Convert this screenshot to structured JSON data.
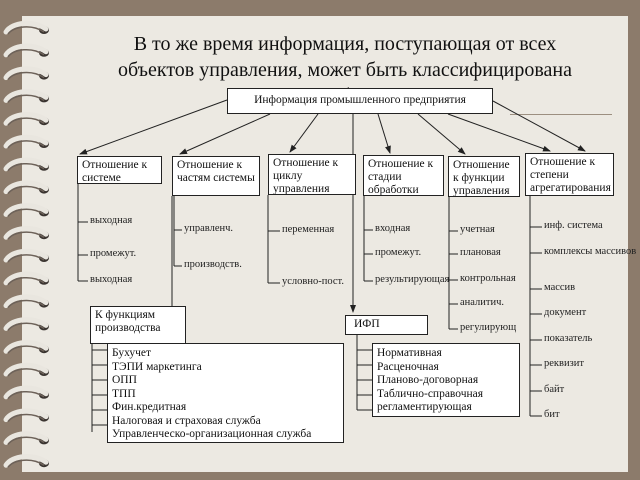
{
  "title": {
    "line1": "В то же время информация,  поступающая от  всех",
    "line2": "объектов управления, может быть классифицирована",
    "line3": "б"
  },
  "root": "Информация промышленного предприятия",
  "categories": [
    {
      "label": "Отношение к системе",
      "items": [
        "выходная",
        "промежут.",
        "выходная"
      ]
    },
    {
      "label": "Отношение к частям системы",
      "items": [
        "управленч.",
        "производств."
      ]
    },
    {
      "label": "Отношение к циклу управления",
      "items": [
        "переменная",
        "условно-пост."
      ]
    },
    {
      "label": "Отношение к стадии обработки",
      "items": [
        "входная",
        "промежут.",
        "результирующая"
      ]
    },
    {
      "label": "Отношение к функции управления",
      "items": [
        "учетная",
        "плановая",
        "контрольная",
        "аналитич.",
        "регулирующ"
      ]
    },
    {
      "label": "Отношение к степени агрегатирования",
      "items": [
        "инф. система",
        "комплексы массивов",
        "массив",
        "документ",
        "показатель",
        "реквизит",
        "байт",
        "бит"
      ]
    }
  ],
  "production": {
    "label": "К функциям производства",
    "items": [
      "Бухучет",
      "ТЭПИ  маркетинга",
      "ОПП",
      "ТПП",
      "Фин.кредитная",
      "Налоговая и страховая служба",
      "Управленческо-организационная служба"
    ]
  },
  "ifp": {
    "label": "ИФП",
    "items": [
      "Нормативная",
      "Расценочная",
      "Планово-договорная",
      "Таблично-справочная",
      "регламентирующая"
    ]
  }
}
